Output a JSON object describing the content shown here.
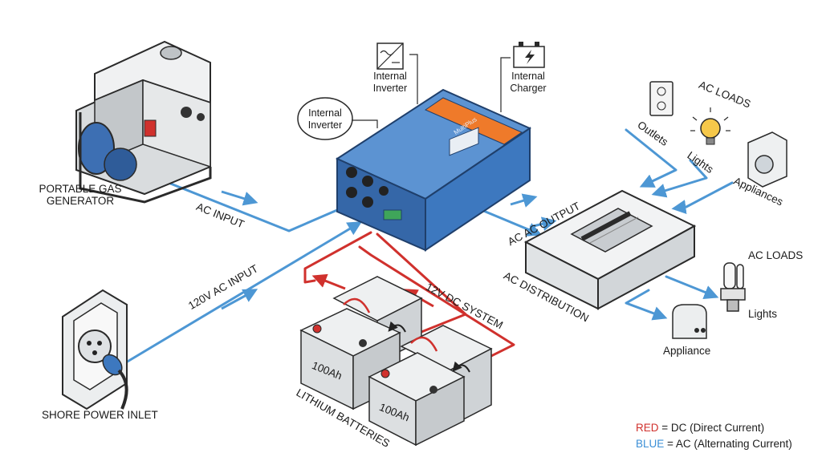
{
  "labels": {
    "generator": [
      "PORTABLE GAS",
      "GENERATOR"
    ],
    "shore": "SHORE POWER INLET",
    "ac_input": "AC INPUT",
    "ac_input_120": "120V AC INPUT",
    "internal_inverter_circle": [
      "Internal",
      "Inverter"
    ],
    "internal_inverter_top": [
      "Internal",
      "Inverter"
    ],
    "internal_charger": [
      "Internal",
      "Charger"
    ],
    "ac_output": "AC AC OUTPUT",
    "ac_distribution": "AC DISTRIBUTION",
    "dc_system": "12V DC SYSTEM",
    "lithium": "LITHIUM BATTERIES",
    "battery_capacity": "100Ah",
    "ac_loads_top": "AC LOADS",
    "outlets": "Outlets",
    "lights_top": "Lights",
    "appliances": "Appliances",
    "ac_loads_right": "AC LOADS",
    "lights_right": "Lights",
    "appliance": "Appliance",
    "device_brand": "MultiPlus"
  },
  "legend": {
    "dc_key": "RED",
    "dc_text": " = DC (Direct Current)",
    "ac_key": "BLUE",
    "ac_text": " = AC (Alternating Current)"
  },
  "colors": {
    "ac_line": "#4d97d4",
    "dc_line": "#d0312d",
    "inverter_body": "#3d78bf",
    "inverter_accent": "#ef7a2a",
    "battery_body": "#dcdfe1",
    "panel_body": "#eceeee"
  }
}
